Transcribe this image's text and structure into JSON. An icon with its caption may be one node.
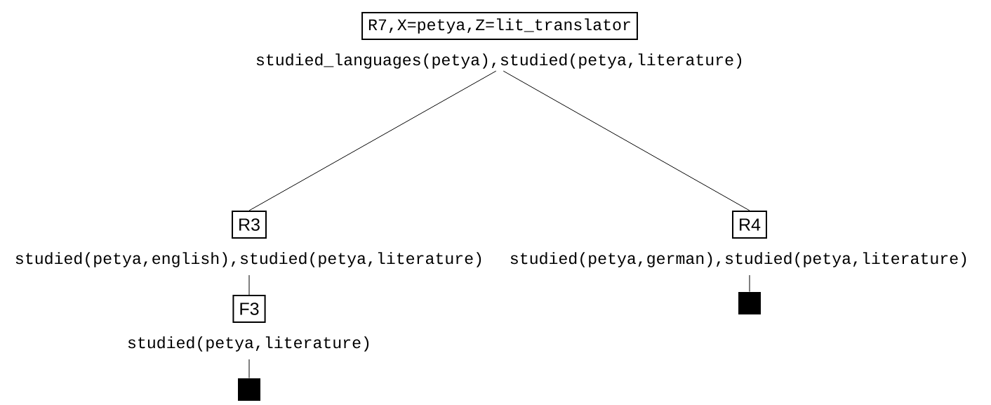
{
  "diagram": {
    "nodes": [
      {
        "text": [
          "R7,X=petya,Z=lit_translator"
        ],
        "beside": [
          "studied_languages(petya),studied(petya,literature)"
        ]
      },
      {
        "text": [
          "R3"
        ],
        "beside": [
          "studied(petya,english),studied(petya,literature)"
        ]
      },
      {
        "text": [
          "R4"
        ],
        "beside": [
          "studied(petya,german),studied(petya,literature)"
        ]
      },
      {
        "text": [
          "F3"
        ],
        "beside": [
          "studied(petya,literature)"
        ]
      },
      {
        "text": [],
        "shape": "box"
      },
      {
        "text": [],
        "shape": "box"
      }
    ],
    "edges": [
      {
        "from": 0,
        "to": 1,
        "arrow": "none"
      },
      {
        "from": 0,
        "to": 2,
        "arrow": "none"
      },
      {
        "from": 1,
        "to": 3,
        "arrow": "none"
      },
      {
        "from": 2,
        "to": 4,
        "arrow": "none"
      },
      {
        "from": 3,
        "to": 5,
        "arrow": "none"
      }
    ]
  }
}
